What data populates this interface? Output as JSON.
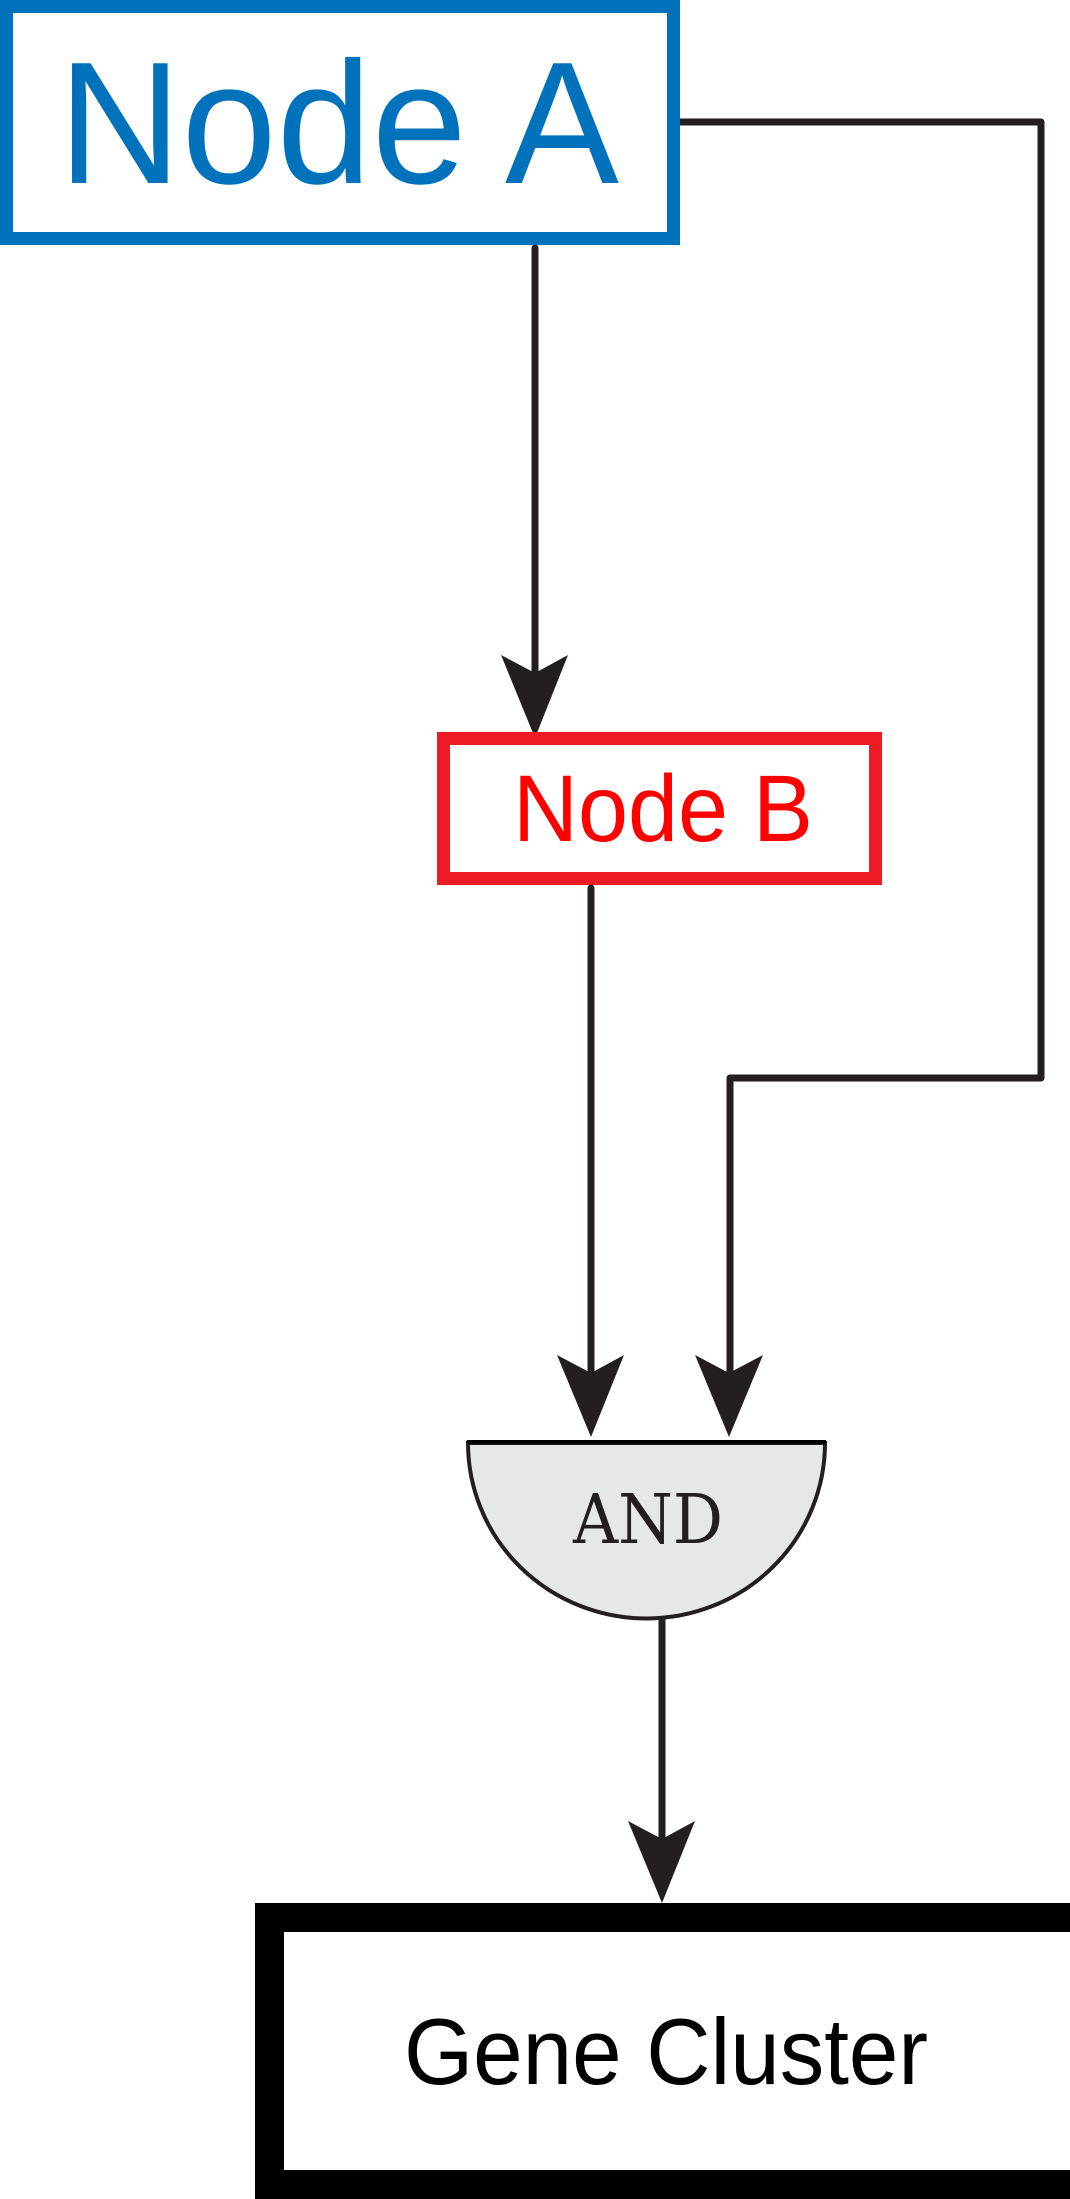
{
  "diagram": {
    "type": "logic-flow",
    "nodes": {
      "node_a": {
        "label": "Node A",
        "border_color": "#0072BC",
        "text_color": "#0072BC"
      },
      "node_b": {
        "label": "Node B",
        "border_color": "#ED1C24",
        "text_color": "#FF0000"
      },
      "and_gate": {
        "label": "AND",
        "fill_color": "#E6E7E8",
        "stroke_color": "#231F20",
        "text_color": "#231F20"
      },
      "gene_cluster": {
        "label": "Gene Cluster",
        "border_color": "#000000",
        "text_color": "#000000"
      }
    },
    "edges": [
      {
        "from": "Node A",
        "to": "Node B",
        "arrow": true
      },
      {
        "from": "Node A",
        "to": "AND",
        "arrow": true,
        "routing": "right-side elbow"
      },
      {
        "from": "Node B",
        "to": "AND",
        "arrow": true
      },
      {
        "from": "AND",
        "to": "Gene Cluster",
        "arrow": true
      }
    ],
    "line_color": "#231F20"
  }
}
